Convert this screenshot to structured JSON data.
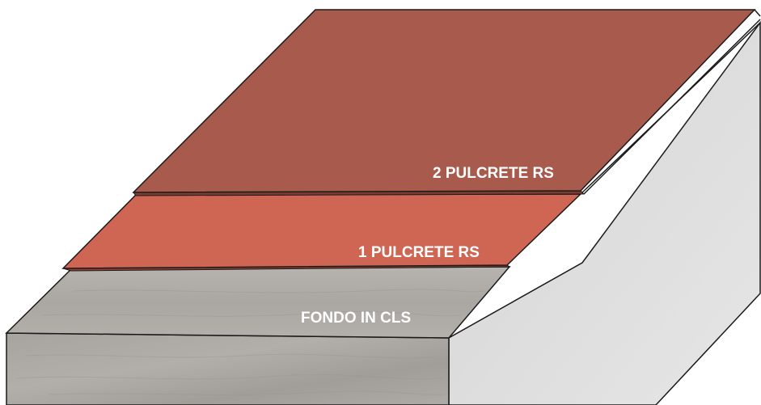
{
  "layers": [
    {
      "id": "top",
      "label": "2 PULCRETE RS",
      "color": "#a85a4c"
    },
    {
      "id": "middle",
      "label": "1 PULCRETE RS",
      "color": "#cf6654"
    },
    {
      "id": "base",
      "label": "FONDO IN CLS",
      "color": "#b0aca8"
    }
  ],
  "colors": {
    "outline": "#1a1a1a",
    "concrete_front": "#a9a6a2",
    "side_face": "#dcdcdc",
    "label_text": "#ffffff"
  }
}
